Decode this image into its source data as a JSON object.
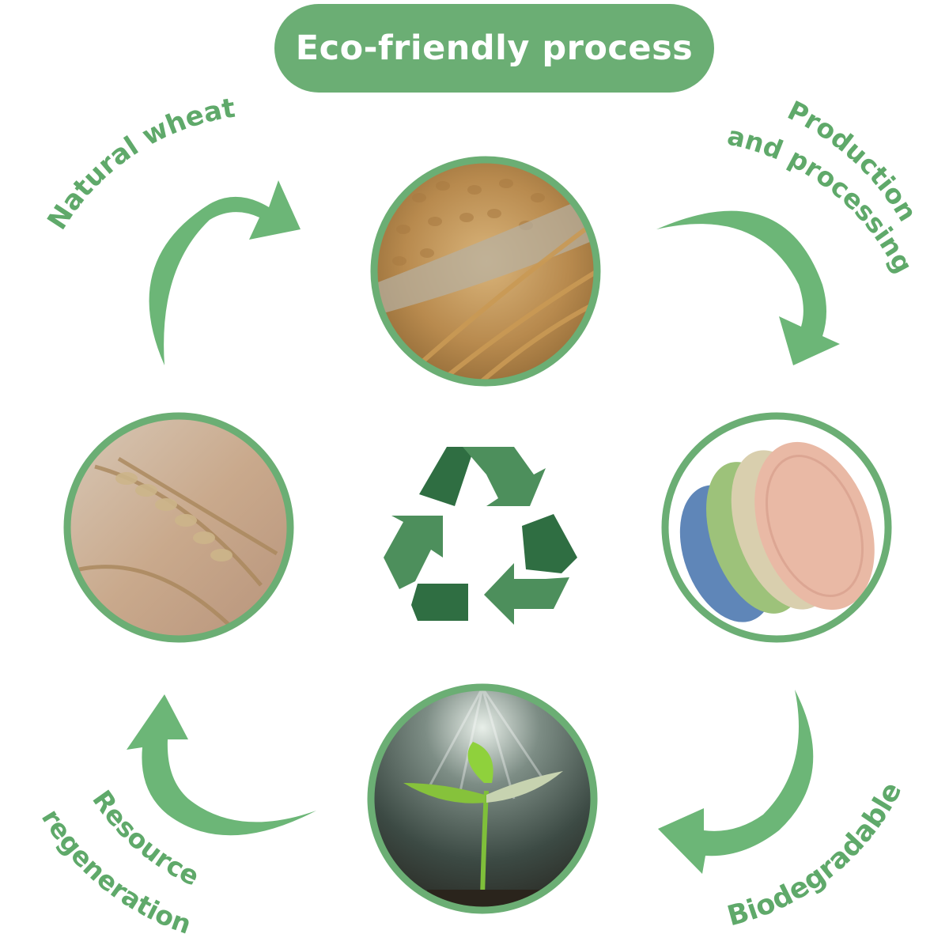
{
  "title": "Eco-friendly process",
  "steps": [
    {
      "label": "Natural wheat"
    },
    {
      "label_line1": "Production",
      "label_line2": "and processing"
    },
    {
      "label": "Biodegradable"
    },
    {
      "label_line1": "Resource",
      "label_line2": "regeneration"
    }
  ],
  "colors": {
    "accent": "#6bae74",
    "label_green": "#5fa96a",
    "arrow_green": "#6cb677",
    "recycle_dark": "#2f6e42",
    "recycle_mid": "#4d8f5c"
  },
  "icons": [
    "recycle-icon",
    "wheat-grain-image",
    "wheat-field-image",
    "plates-image",
    "sprout-image"
  ]
}
